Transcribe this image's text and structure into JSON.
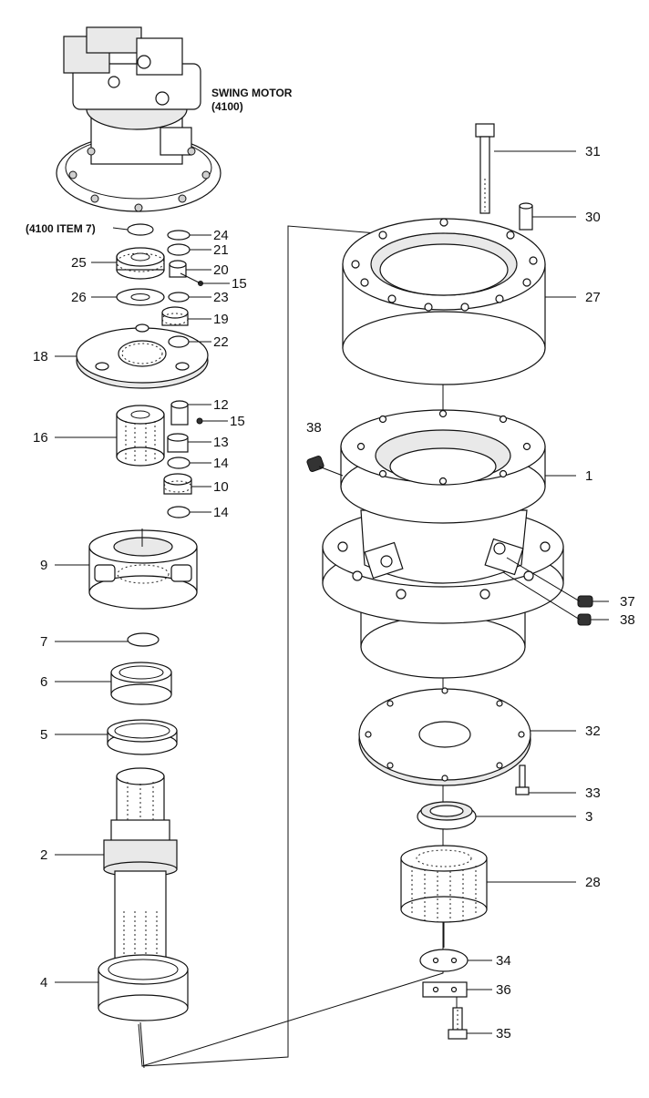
{
  "captions": {
    "swing_motor": "SWING MOTOR",
    "swing_motor_code": "(4100)",
    "ref_item": "(4100 ITEM 7)"
  },
  "labels": [
    {
      "id": "24",
      "text": "24"
    },
    {
      "id": "21",
      "text": "21"
    },
    {
      "id": "25",
      "text": "25"
    },
    {
      "id": "20",
      "text": "20"
    },
    {
      "id": "15a",
      "text": "15"
    },
    {
      "id": "26",
      "text": "26"
    },
    {
      "id": "23",
      "text": "23"
    },
    {
      "id": "19",
      "text": "19"
    },
    {
      "id": "18",
      "text": "18"
    },
    {
      "id": "22",
      "text": "22"
    },
    {
      "id": "12",
      "text": "12"
    },
    {
      "id": "15b",
      "text": "15"
    },
    {
      "id": "16",
      "text": "16"
    },
    {
      "id": "13",
      "text": "13"
    },
    {
      "id": "14a",
      "text": "14"
    },
    {
      "id": "10",
      "text": "10"
    },
    {
      "id": "14b",
      "text": "14"
    },
    {
      "id": "9",
      "text": "9"
    },
    {
      "id": "7",
      "text": "7"
    },
    {
      "id": "6",
      "text": "6"
    },
    {
      "id": "5",
      "text": "5"
    },
    {
      "id": "2",
      "text": "2"
    },
    {
      "id": "4",
      "text": "4"
    },
    {
      "id": "31",
      "text": "31"
    },
    {
      "id": "30",
      "text": "30"
    },
    {
      "id": "27",
      "text": "27"
    },
    {
      "id": "38a",
      "text": "38"
    },
    {
      "id": "1",
      "text": "1"
    },
    {
      "id": "37",
      "text": "37"
    },
    {
      "id": "38b",
      "text": "38"
    },
    {
      "id": "32",
      "text": "32"
    },
    {
      "id": "33",
      "text": "33"
    },
    {
      "id": "3",
      "text": "3"
    },
    {
      "id": "28",
      "text": "28"
    },
    {
      "id": "34",
      "text": "34"
    },
    {
      "id": "36",
      "text": "36"
    },
    {
      "id": "35",
      "text": "35"
    }
  ]
}
